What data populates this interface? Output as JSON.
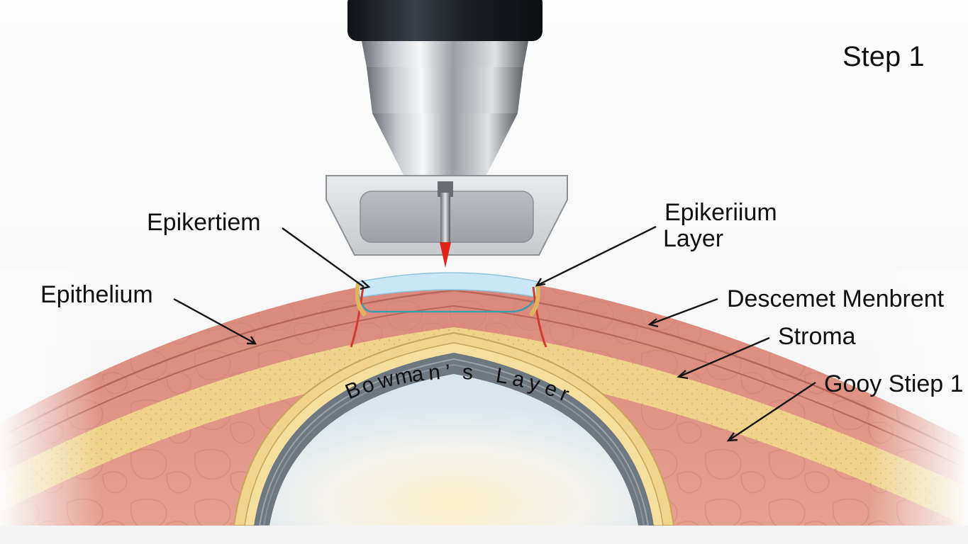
{
  "title": "Step 1",
  "labels": {
    "epikertiem": "Epikertiem",
    "epikeriium_line1": "Epikeriium",
    "epikeriium_line2": "Layer",
    "epithelium": "Epithelium",
    "descemet": "Descemet Menbrent",
    "stroma": "Stroma",
    "gooy": "Gooy Stiep 1",
    "bowman": "Bowman’s Layer"
  },
  "colors": {
    "epithelium": "#e39b8c",
    "stroma": "#efd58e",
    "bowman": "#6f7780",
    "cornea_center": "#fbf1cf",
    "instrument_dark": "#1e2228",
    "blade_tip": "#e0241c",
    "film": "#c9e7f6"
  }
}
